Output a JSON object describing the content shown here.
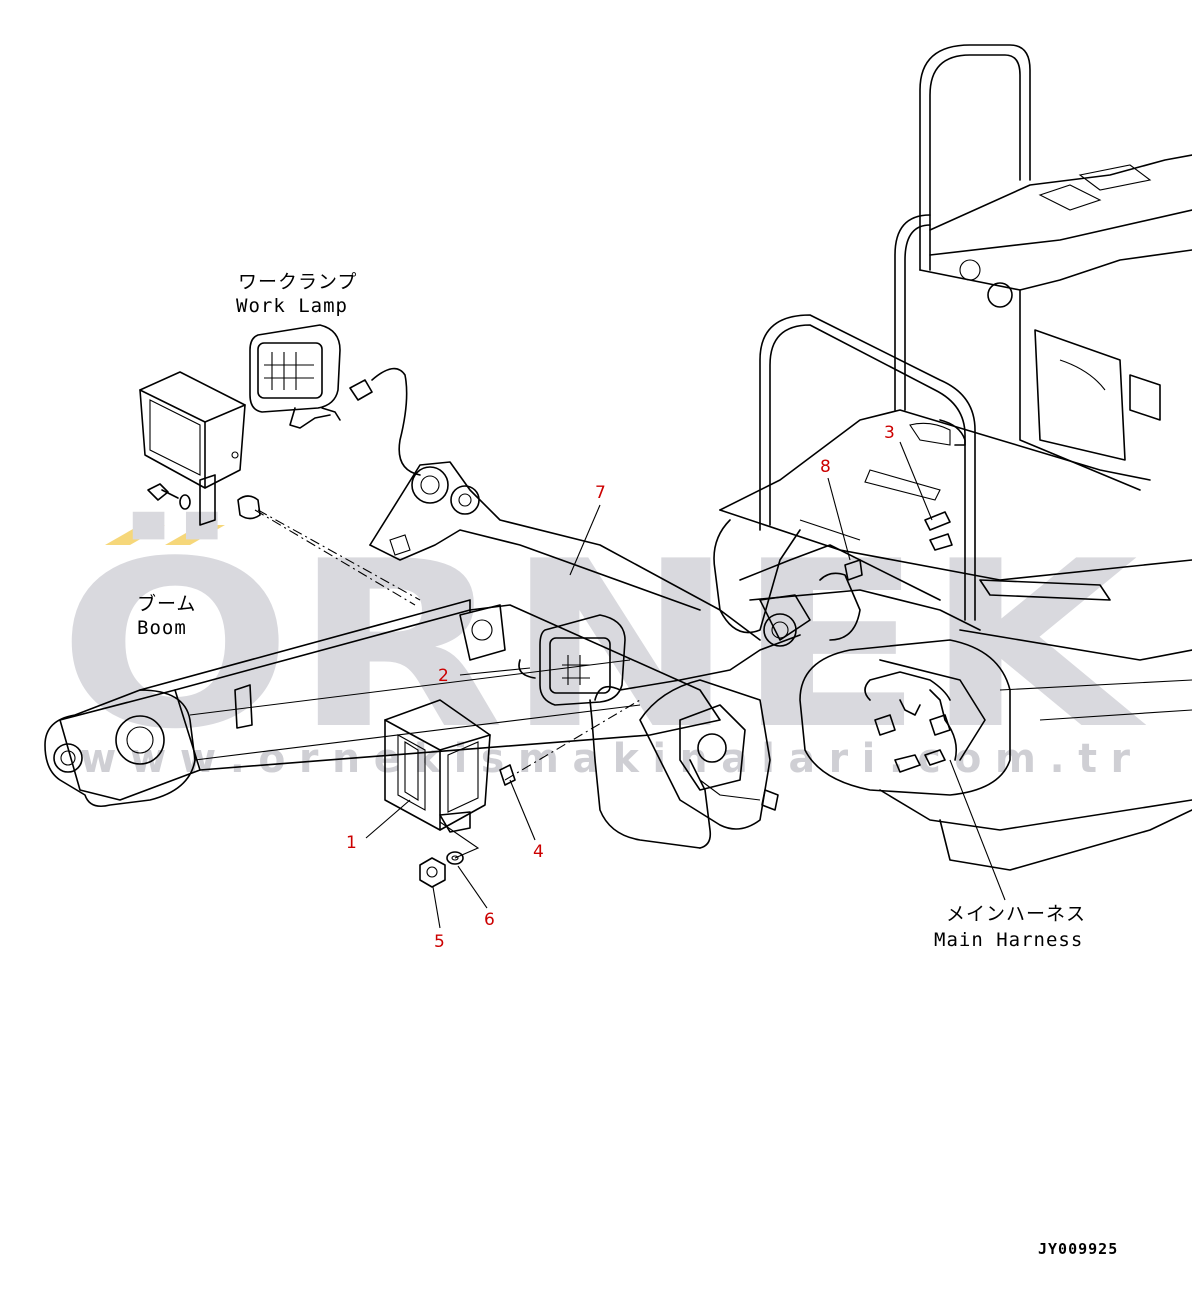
{
  "labels": {
    "work_lamp_jp": "ワークランプ",
    "work_lamp_en": "Work Lamp",
    "boom_jp": "ブーム",
    "boom_en": "Boom",
    "harness_jp": "メインハーネス",
    "harness_en": "Main Harness",
    "drawing_code": "JY009925"
  },
  "callouts": [
    "1",
    "2",
    "3",
    "4",
    "5",
    "6",
    "7",
    "8"
  ],
  "watermark": {
    "brand": "ÖRNEK",
    "url": "w w w . o r n e k i s m a k i n a l a r i . c o m . t r",
    "color": "#d9d9de",
    "accent": "#f6d77a"
  },
  "colors": {
    "line": "#000000",
    "callout": "#cc0000",
    "background": "#ffffff"
  }
}
